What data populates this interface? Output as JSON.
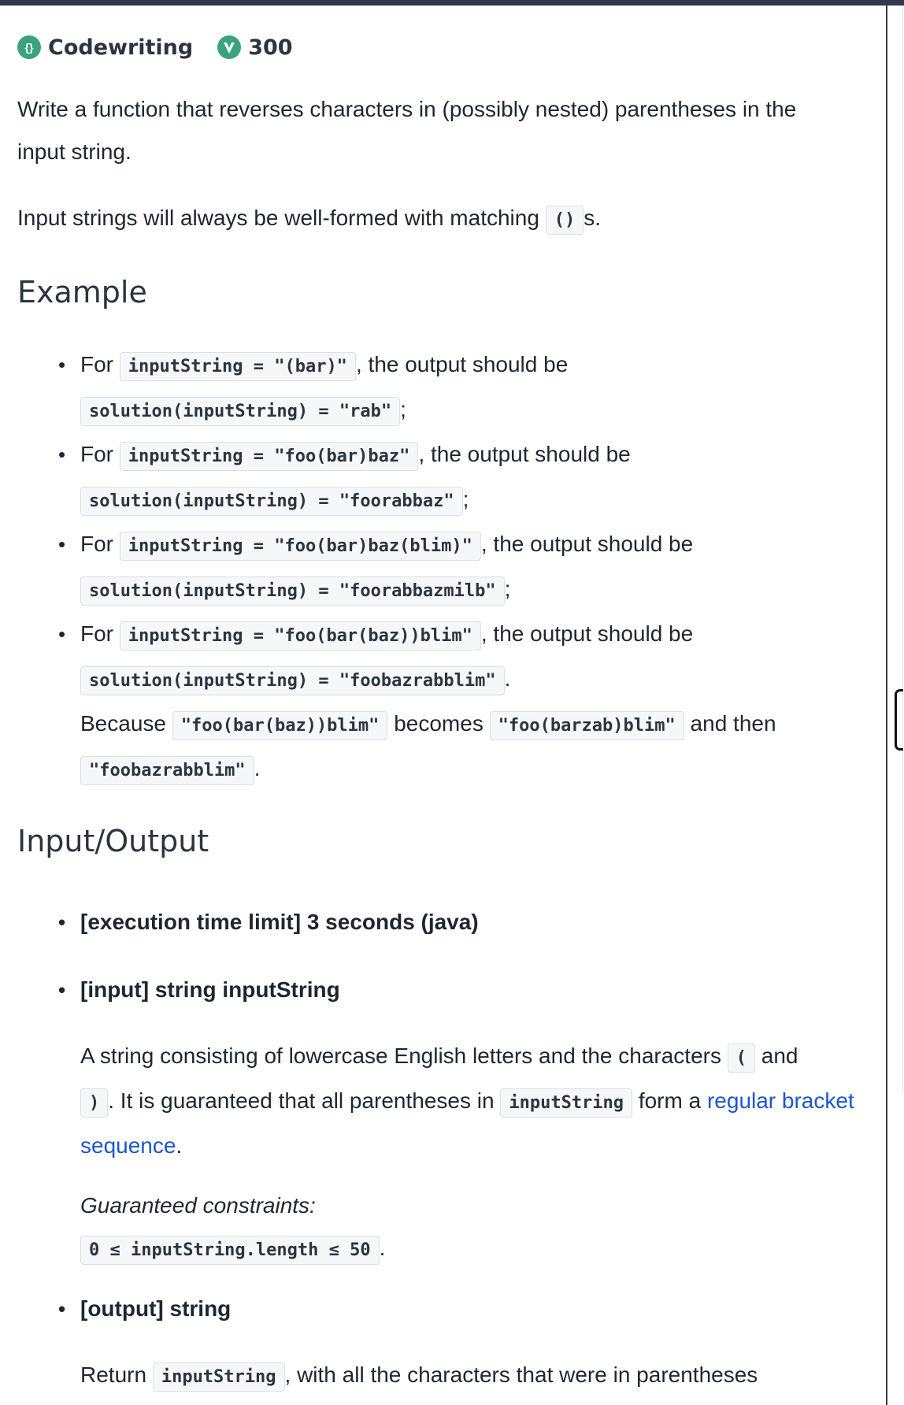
{
  "header": {
    "type_label": "Codewriting",
    "points": "300"
  },
  "description": {
    "line1": "Write a function that reverses characters in (possibly nested) parentheses in the input string.",
    "line2_a": "Input strings will always be well-formed with matching ",
    "line2_code": "()",
    "line2_b": "s."
  },
  "example": {
    "heading": "Example",
    "for_label": "For ",
    "output_text": ", the output should be",
    "items": [
      {
        "input": "inputString = \"(bar)\"",
        "output": "solution(inputString) = \"rab\"",
        "end": ";"
      },
      {
        "input": "inputString = \"foo(bar)baz\"",
        "output": "solution(inputString) = \"foorabbaz\"",
        "end": ";"
      },
      {
        "input": "inputString = \"foo(bar)baz(blim)\"",
        "output": "solution(inputString) = \"foorabbazmilb\"",
        "end": ";"
      },
      {
        "input": "inputString = \"foo(bar(baz))blim\"",
        "output": "solution(inputString) = \"foobazrabblim\"",
        "end": "."
      }
    ],
    "because": "Because ",
    "because_code1": "\"foo(bar(baz))blim\"",
    "becomes": " becomes ",
    "because_code2": "\"foo(barzab)blim\"",
    "and_then": " and then",
    "because_code3": "\"foobazrabblim\"",
    "because_end": "."
  },
  "io": {
    "heading": "Input/Output",
    "exec": "[execution time limit] 3 seconds (java)",
    "input_title": "[input] string inputString",
    "input_desc_a": "A string consisting of lowercase English letters and the characters ",
    "input_code1": "(",
    "input_and": " and",
    "input_code2": ")",
    "input_desc_b": ". It is guaranteed that all parentheses in ",
    "input_code3": "inputString",
    "input_desc_c": " form a ",
    "input_link": "regular bracket sequence",
    "input_end": ".",
    "constraints_label": "Guaranteed constraints:",
    "constraint_code": "0 ≤ inputString.length ≤ 50",
    "constraint_end": ".",
    "output_title": "[output] string",
    "return_a": "Return ",
    "return_code": "inputString",
    "return_b": ", with all the characters that were in parentheses"
  }
}
